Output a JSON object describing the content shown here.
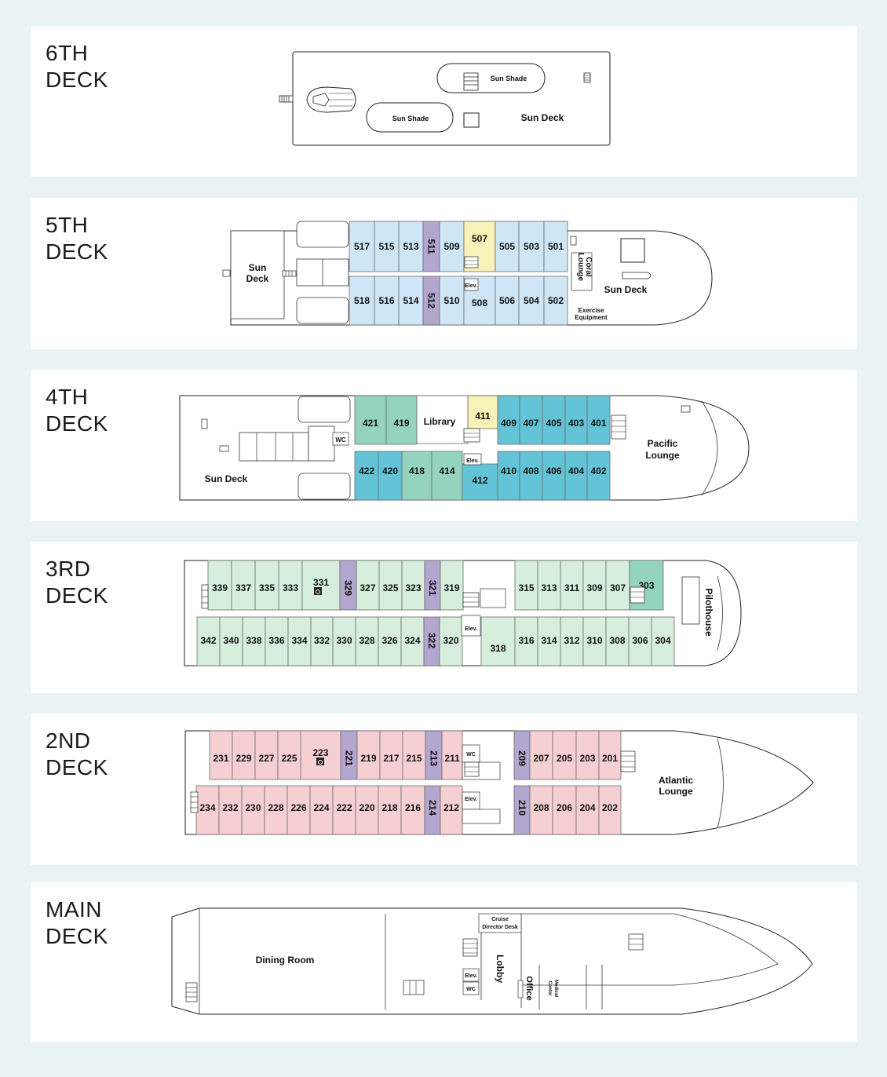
{
  "colors": {
    "background": "#eaf3f3",
    "panel": "#ffffff",
    "cabin_blue": "#cfe6f6",
    "cabin_purple": "#b3a6cf",
    "cabin_yellow": "#f7f2b7",
    "cabin_teal_green": "#94d4bf",
    "cabin_teal_blue": "#62c4d6",
    "cabin_mint": "#d6efdd",
    "cabin_pink": "#f6cfd3"
  },
  "decks": {
    "d6": {
      "label_line1": "6TH",
      "label_line2": "DECK",
      "areas": {
        "sun_shade_1": "Sun Shade",
        "sun_shade_2": "Sun Shade",
        "sun_deck": "Sun Deck"
      }
    },
    "d5": {
      "label_line1": "5TH",
      "label_line2": "DECK",
      "top_cabins": [
        "517",
        "515",
        "513",
        "511",
        "509",
        "507",
        "505",
        "503",
        "501"
      ],
      "bottom_cabins": [
        "518",
        "516",
        "514",
        "512",
        "510",
        "508",
        "506",
        "504",
        "502"
      ],
      "areas": {
        "sun_deck_aft_1": "Sun",
        "sun_deck_aft_2": "Deck",
        "elev": "Elev.",
        "coral_1": "Coral",
        "coral_2": "Lounge",
        "sun_deck_fwd": "Sun Deck",
        "exercise_1": "Exercise",
        "exercise_2": "Equipment"
      }
    },
    "d4": {
      "label_line1": "4TH",
      "label_line2": "DECK",
      "top_cabins": [
        "421",
        "419",
        "411",
        "409",
        "407",
        "405",
        "403",
        "401"
      ],
      "bottom_cabins": [
        "422",
        "420",
        "418",
        "414",
        "412",
        "410",
        "408",
        "406",
        "404",
        "402"
      ],
      "areas": {
        "library": "Library",
        "wc": "WC",
        "elev": "Elev.",
        "sun_deck": "Sun Deck",
        "pacific_1": "Pacific",
        "pacific_2": "Lounge"
      }
    },
    "d3": {
      "label_line1": "3RD",
      "label_line2": "DECK",
      "top_cabins": [
        "339",
        "337",
        "335",
        "333",
        "331",
        "329",
        "327",
        "325",
        "323",
        "321",
        "319",
        "315",
        "313",
        "311",
        "309",
        "307",
        "303"
      ],
      "bottom_cabins": [
        "342",
        "340",
        "338",
        "336",
        "334",
        "332",
        "330",
        "328",
        "326",
        "324",
        "322",
        "320",
        "318",
        "316",
        "314",
        "312",
        "310",
        "308",
        "306",
        "304"
      ],
      "areas": {
        "elev": "Elev.",
        "pilothouse": "Pilothouse"
      }
    },
    "d2": {
      "label_line1": "2ND",
      "label_line2": "DECK",
      "top_cabins": [
        "231",
        "229",
        "227",
        "225",
        "223",
        "221",
        "219",
        "217",
        "215",
        "213",
        "211",
        "209",
        "207",
        "205",
        "203",
        "201"
      ],
      "bottom_cabins": [
        "234",
        "232",
        "230",
        "228",
        "226",
        "224",
        "222",
        "220",
        "218",
        "216",
        "214",
        "212",
        "210",
        "208",
        "206",
        "204",
        "202"
      ],
      "areas": {
        "wc": "WC",
        "elev": "Elev.",
        "atlantic_1": "Atlantic",
        "atlantic_2": "Lounge"
      }
    },
    "main": {
      "label_line1": "MAIN",
      "label_line2": "DECK",
      "areas": {
        "dining": "Dining Room",
        "cruise_1": "Cruise",
        "cruise_2": "Director Desk",
        "lobby": "Lobby",
        "elev": "Elev.",
        "wc": "WC",
        "office": "Office",
        "medical_1": "Medical",
        "medical_2": "Center"
      }
    }
  }
}
